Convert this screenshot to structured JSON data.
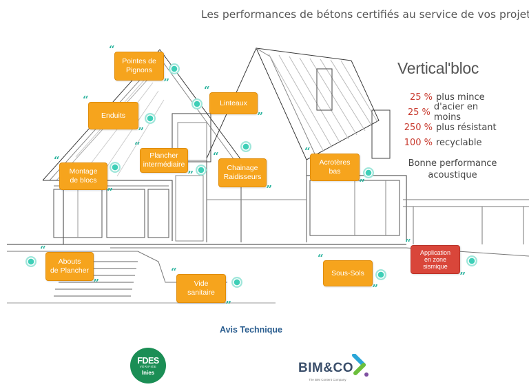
{
  "header": {
    "title": "Les performances de bétons certifiés au service de vos projets"
  },
  "brand": {
    "name": "Vertical'bloc"
  },
  "stats": [
    {
      "value": "25 %",
      "label": "plus mince"
    },
    {
      "value": "25 %",
      "label": "d'acier en moins"
    },
    {
      "value": "250 %",
      "label": "plus résistant"
    },
    {
      "value": "100 %",
      "label": "recyclable"
    }
  ],
  "acoustic": "Bonne performance\nacoustique",
  "callouts": {
    "pointes_pignons": "Pointes de\nPignons",
    "enduits": "Enduits",
    "linteaux": "Linteaux",
    "plancher_intermediaire": "Plancher\nintermédiaire",
    "montage_blocs": "Montage\nde blocs",
    "chainage_raidisseurs": "Chainage\nRaidisseurs",
    "acroteres_bas": "Acrotères\nbas",
    "application_sismique": "Application\nen zone\nsismique",
    "abouts_plancher": "Abouts\nde Plancher",
    "vide_sanitaire": "Vide\nsanitaire",
    "sous_sols": "Sous-Sols"
  },
  "quote_open": "“",
  "quote_close": "”",
  "footer": {
    "avis": "Avis Technique",
    "fdes_title": "FDES",
    "fdes_sub": "VÉRIFIÉE",
    "fdes_inies": "Inies",
    "bim_name": "BIM&CO",
    "bim_tagline": "The BIM Content Company"
  },
  "colors": {
    "card": "#f6a41d",
    "card_alert": "#d9463a",
    "accent": "#3ecfb7",
    "stat_value": "#c83a2e"
  }
}
